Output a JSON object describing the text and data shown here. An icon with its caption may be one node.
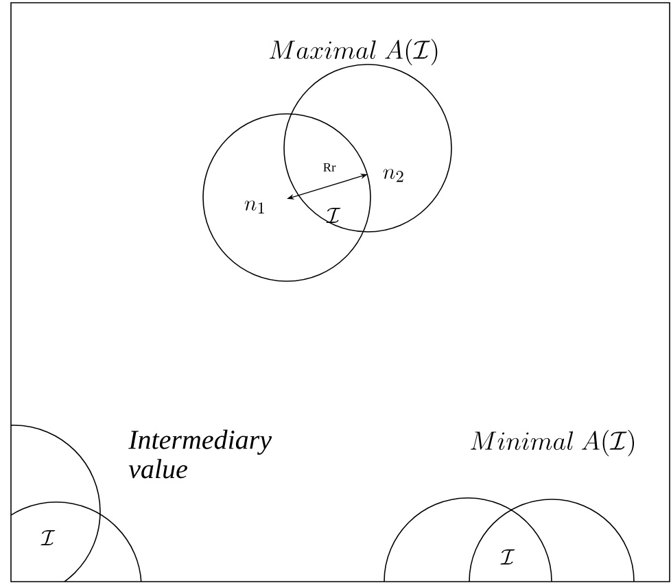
{
  "diagram": {
    "labels": [
      "Maximal\\ A(\\mathcal{I})",
      "Rr",
      "n_2",
      "n_1",
      "\\mathcal{I}",
      "Intermediary value",
      "Minimal\\ A(\\mathcal{I})",
      "\\mathcal{I}",
      "\\mathcal{I}"
    ]
  }
}
